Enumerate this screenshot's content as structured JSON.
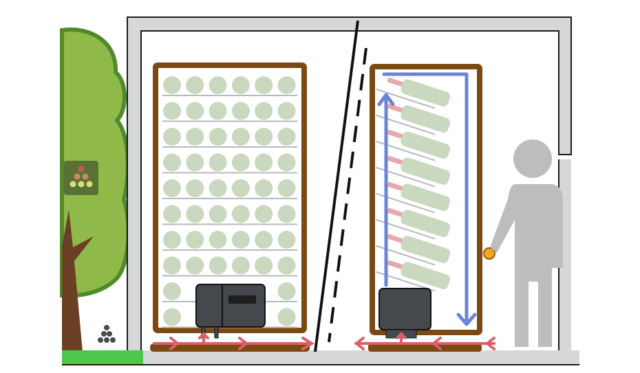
{
  "colors": {
    "wall": "#d6d8d8",
    "wall_outline": "#1a1a1a",
    "cabinet_frame": "#7a4a12",
    "bottle": "#c9d8bf",
    "shelf": "#b8b8c0",
    "cooling_unit": "#45484c",
    "airflow_external": "#d9606a",
    "airflow_internal": "#6b84d4",
    "person": "#bdbdbd",
    "handle": "#f5a623",
    "tree_canopy": "#8fba4a",
    "tree_outline": "#4f8a2b",
    "tree_trunk": "#6b3f24",
    "grass": "#4cc94c",
    "badge_bg": "#5a7135"
  },
  "icons": {
    "badge": "wine-bottle-stack-icon",
    "ground_stack": "bottle-stack-icon",
    "handle": "door-handle-icon"
  },
  "cabinets": {
    "left": {
      "rows": 10,
      "columns": 6
    },
    "right": {
      "bottles": 8
    }
  }
}
